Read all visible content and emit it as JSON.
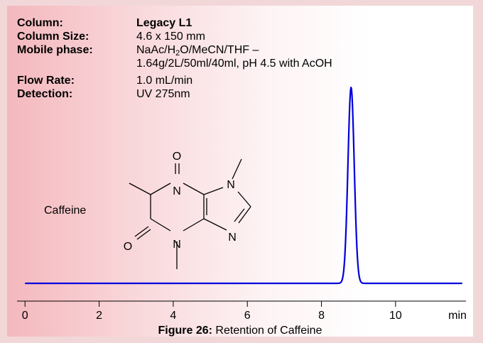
{
  "info": {
    "column": {
      "label": "Column:",
      "value": "Legacy L1"
    },
    "column_size": {
      "label": "Column Size:",
      "value": "4.6 x 150 mm"
    },
    "mobile_phase": {
      "label": "Mobile phase:",
      "value_pre": "NaAc/H",
      "value_sub": "2",
      "value_post": "O/MeCN/THF –",
      "value_line2": "1.64g/2L/50ml/40ml, pH 4.5 with AcOH"
    },
    "flow_rate": {
      "label": "Flow Rate:",
      "value": "1.0 mL/min"
    },
    "detection": {
      "label": "Detection:",
      "value": "UV 275nm"
    }
  },
  "molecule": {
    "name": "Caffeine",
    "atoms": {
      "o_top": "O",
      "o_left": "O",
      "n1": "N",
      "n3": "N",
      "n7": "N",
      "n9": "N"
    }
  },
  "caption": {
    "bold": "Figure 26:",
    "text": " Retention of Caffeine"
  },
  "chart_data": {
    "type": "line",
    "title": "Retention of Caffeine",
    "xlabel": "min",
    "ylabel": "",
    "xlim": [
      -0.1,
      11.9
    ],
    "xticks": [
      0,
      2,
      4,
      6,
      8,
      10
    ],
    "ylim": [
      0,
      1
    ],
    "grid": false,
    "series": [
      {
        "color": "#0000dd",
        "peak": {
          "retention_time": 8.8,
          "height": 1.0,
          "sigma": 0.085
        },
        "baseline": 0.0,
        "x": [
          0,
          2,
          4,
          6,
          8,
          8.5,
          8.6,
          8.7,
          8.75,
          8.8,
          8.85,
          8.9,
          9.0,
          9.1,
          9.5,
          10,
          11.8
        ],
        "y": [
          0,
          0,
          0,
          0,
          0,
          0.0019,
          0.063,
          0.5,
          0.84,
          1.0,
          0.84,
          0.5,
          0.063,
          0.0019,
          0,
          0,
          0
        ]
      }
    ]
  }
}
